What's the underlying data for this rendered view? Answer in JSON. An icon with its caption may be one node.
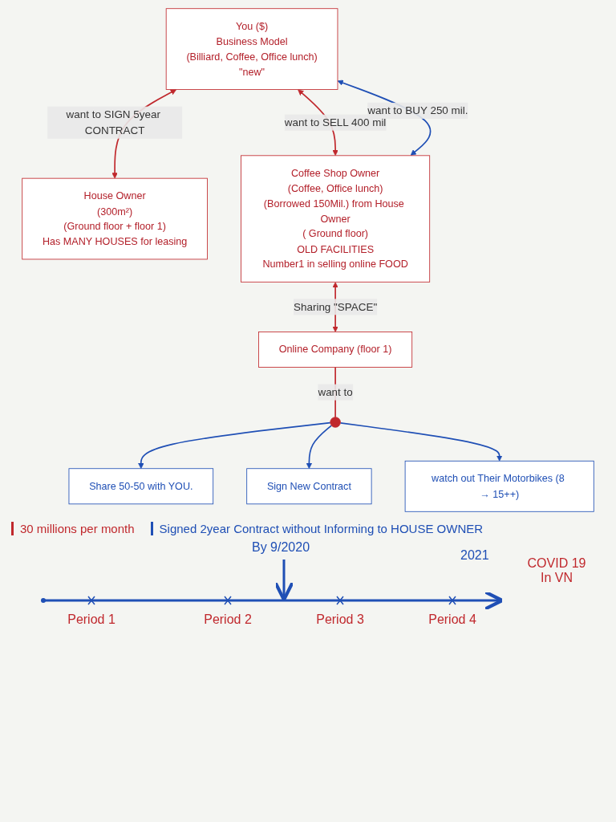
{
  "diagram": {
    "nodes": [
      {
        "text": [
          "You ($)",
          "Business Model",
          "(Billiard, Coffee, Office lunch)",
          "\"new\""
        ]
      },
      {
        "text": [
          "House Owner",
          "(300m²)",
          "(Ground floor + floor 1)",
          "Has MANY HOUSES for leasing"
        ]
      },
      {
        "text": [
          "Coffee Shop Owner",
          "(Coffee, Office lunch)",
          "(Borrowed 150Mil.) from House Owner",
          "( Ground floor)",
          "OLD FACILITIES",
          "Number1 in selling online FOOD"
        ]
      },
      {
        "text": [
          "Online Company (floor 1)"
        ]
      },
      {
        "text": [],
        "shape": "circle"
      },
      {
        "text": [
          "Share 50-50 with YOU."
        ]
      },
      {
        "text": [
          "Sign New Contract"
        ]
      },
      {
        "text": [
          "watch out Their Motorbikes (8 → 15++)"
        ]
      }
    ],
    "edges": [
      {
        "from": 2,
        "to": 0,
        "arrow": "both",
        "label": "want to BUY 250 mil.",
        "color": "#1f4fb5"
      },
      {
        "from": 0,
        "to": 2,
        "arrow": "both",
        "label": "want to SELL 400 mil",
        "color": "#c0282d"
      },
      {
        "from": 0,
        "to": 1,
        "arrow": "both",
        "label": "want to SIGN 5year CONTRACT",
        "color": "#c0282d"
      },
      {
        "from": 2,
        "to": 3,
        "arrow": "both",
        "label": "Sharing \"SPACE\"",
        "color": "#c0282d"
      },
      {
        "from": 3,
        "to": 4,
        "arrow": "none",
        "label": "want to",
        "color": "#c0282d"
      },
      {
        "from": 4,
        "to": 5,
        "arrow": "to",
        "color": "#1f4fb5"
      },
      {
        "from": 4,
        "to": 6,
        "arrow": "to",
        "color": "#1f4fb5"
      },
      {
        "from": 4,
        "to": 7,
        "arrow": "to",
        "color": "#1f4fb5"
      }
    ],
    "labels": [
      "30 millions per month",
      "Signed 2year Contract without Informing to HOUSE OWNER",
      "By 9/2020",
      "Period 1",
      "Period 2",
      "Period 3",
      "Period 4",
      "2021",
      "COVID 19 In VN"
    ]
  }
}
